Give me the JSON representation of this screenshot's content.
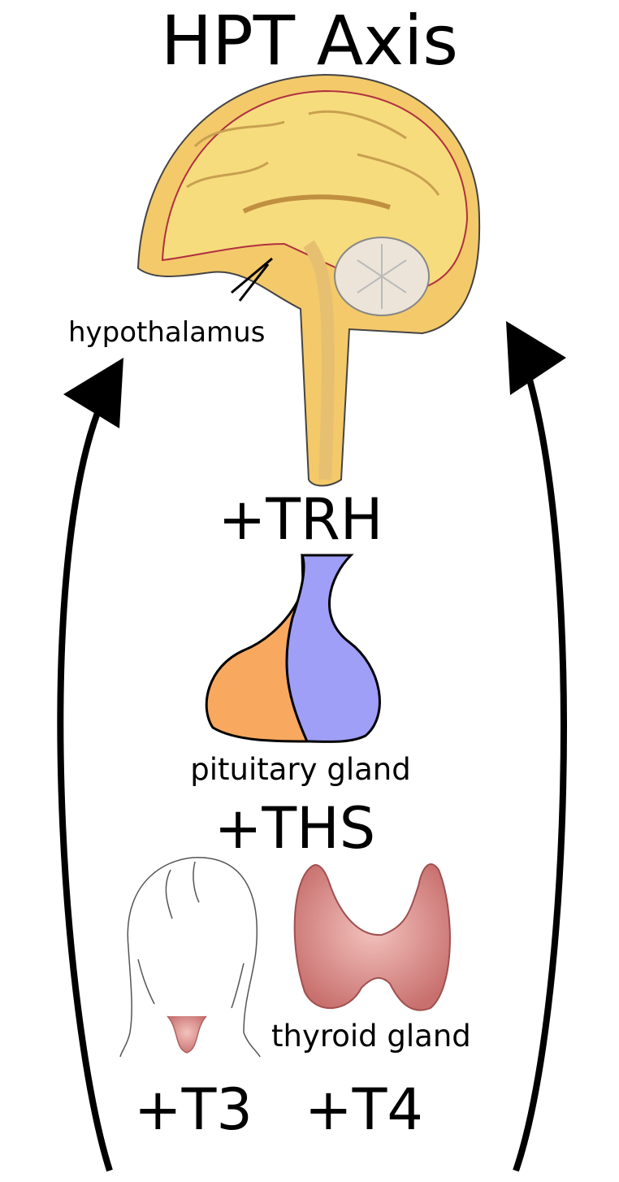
{
  "title": "HPT Axis",
  "labels": {
    "hypothalamus": "hypothalamus",
    "trh": "+TRH",
    "pituitary": "pituitary gland",
    "ths": "+THS",
    "thyroid": "thyroid gland",
    "t3": "+T3",
    "t4": "+T4"
  },
  "colors": {
    "brain": "#f7dc7e",
    "pituitary_anterior": "#f9a860",
    "pituitary_posterior": "#9f9ff7",
    "thyroid": "#d98a88",
    "arrow": "#000000"
  }
}
